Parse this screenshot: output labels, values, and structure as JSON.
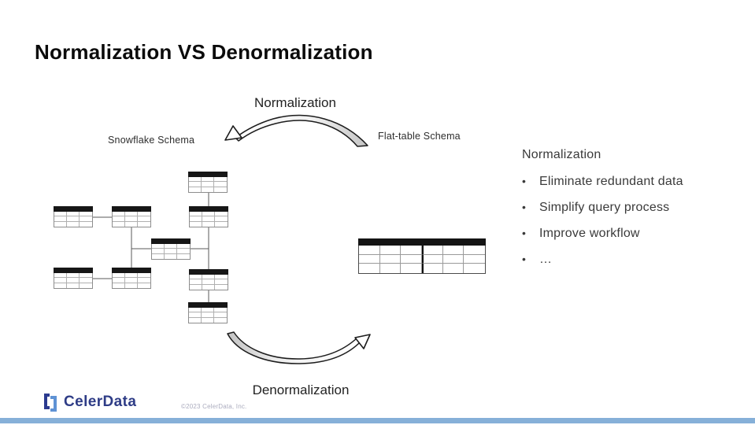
{
  "title": "Normalization VS Denormalization",
  "diagram": {
    "top_arrow_label": "Normalization",
    "bottom_arrow_label": "Denormalization",
    "left_schema_label": "Snowflake Schema",
    "right_schema_label": "Flat-table Schema"
  },
  "benefits": {
    "heading": "Normalization",
    "bullet": "•",
    "items": [
      "Eliminate redundant data",
      "Simplify query process",
      "Improve workflow",
      "…"
    ]
  },
  "footer": {
    "logo_text": "CelerData",
    "copyright": "©2023 CelerData, Inc."
  },
  "colors": {
    "accent_bar": "#86b0d8",
    "logo_navy": "#2e3c86",
    "logo_bracket_dark": "#2b3a8f",
    "logo_bracket_light": "#5f92d4",
    "table_header": "#161616",
    "text_dark": "#3a3a3a",
    "copyright_gray": "#abacbe"
  }
}
